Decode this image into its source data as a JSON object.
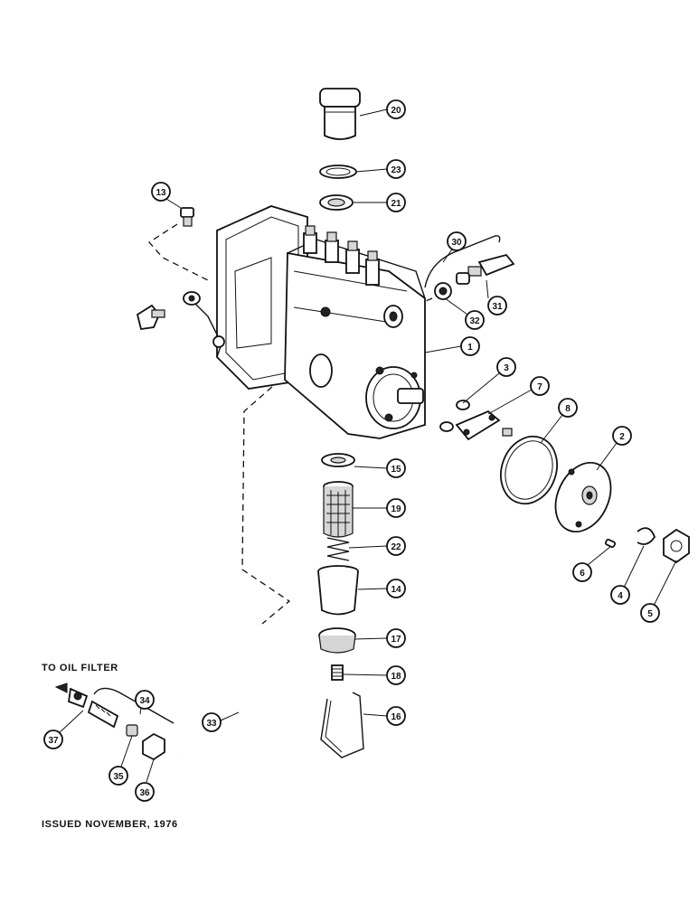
{
  "captions": {
    "to_oil_filter": "TO OIL FILTER",
    "issued": "ISSUED NOVEMBER, 1976"
  },
  "callouts": [
    "1",
    "2",
    "3",
    "4",
    "5",
    "6",
    "7",
    "8",
    "13",
    "14",
    "15",
    "16",
    "17",
    "18",
    "19",
    "20",
    "21",
    "22",
    "23",
    "30",
    "31",
    "32",
    "33",
    "34",
    "35",
    "36",
    "37"
  ]
}
